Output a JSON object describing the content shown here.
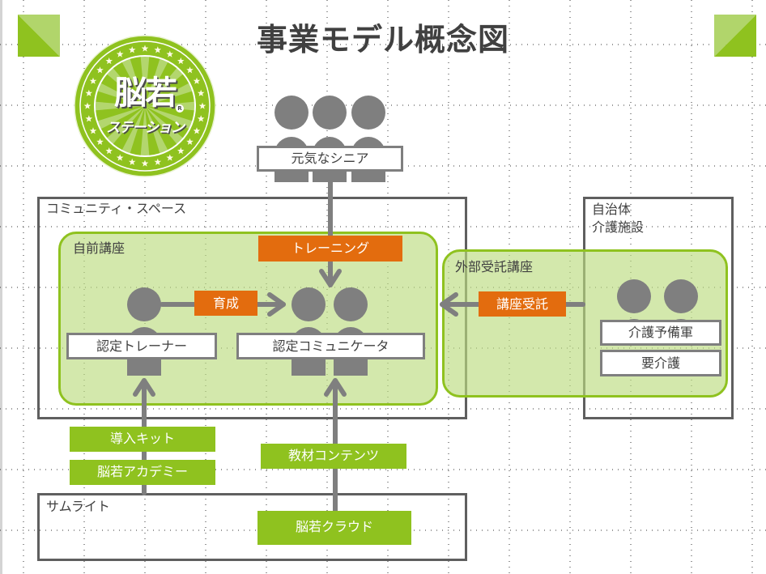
{
  "title": "事業モデル概念図",
  "logo": {
    "main_text": "脳若",
    "sub_text": "ステーション",
    "registered_mark": "R",
    "colors": {
      "outer": "#8fc21f",
      "inner_ray": "#b3d66e",
      "star": "#fffbe6"
    }
  },
  "corner_decorations": {
    "colors": {
      "dark": "#8fc21f",
      "light": "#b1d56b"
    }
  },
  "seniors": {
    "label": "元気なシニア"
  },
  "community_space": {
    "label": "コミュニティ・スペース"
  },
  "self_course": {
    "label": "自前講座",
    "trainer_label": "認定トレーナー",
    "communicator_label": "認定コミュニケータ",
    "training_tag": "トレーニング",
    "nurture_tag": "育成"
  },
  "external_course": {
    "label": "外部受託講座",
    "commission_tag": "講座受託"
  },
  "municipality": {
    "label_line1": "自治体",
    "label_line2": "介護施設",
    "group_labels": [
      "介護予備軍",
      "要介護"
    ]
  },
  "supply_tags": {
    "intro_kit": "導入キット",
    "academy": "脳若アカデミー",
    "content": "教材コンテンツ"
  },
  "samlight": {
    "label": "サムライト",
    "cloud_tag": "脳若クラウド"
  },
  "colors": {
    "orange": "#e36c0e",
    "lime": "#8fc21f",
    "light_green_fill": "#d3e6a6",
    "gray_icon": "#7f7f7f",
    "box_border": "#5f5f5f",
    "text": "#404040"
  }
}
